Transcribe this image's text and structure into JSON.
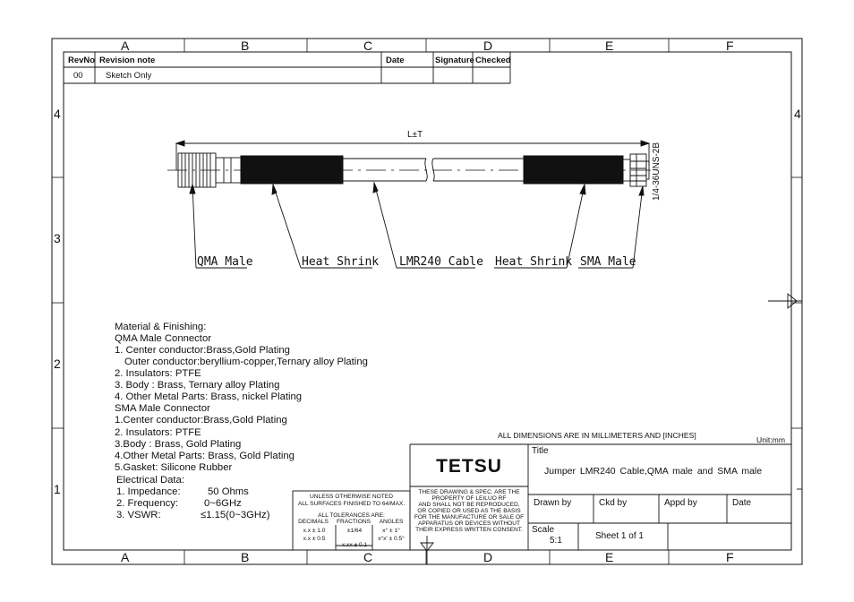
{
  "zones": {
    "columns": [
      "A",
      "B",
      "C",
      "D",
      "E",
      "F"
    ],
    "rows": [
      "4",
      "3",
      "2",
      "1"
    ]
  },
  "revision_table": {
    "headers": [
      "RevNo",
      "Revision note",
      "Date",
      "Signature",
      "Checked"
    ],
    "rows": [
      [
        "00",
        "Sketch Only",
        "",
        "",
        ""
      ]
    ]
  },
  "drawing": {
    "length_label": "L±T",
    "thread_label": "1/4-36UNS-2B",
    "callouts": [
      "QMA Male",
      "Heat Shrink",
      "LMR240 Cable",
      "Heat Shrink",
      "SMA Male"
    ]
  },
  "notes": {
    "title": "Material & Finishing:",
    "qma_heading": "QMA Male Connector",
    "qma_lines": [
      "1. Center conductor:Brass,Gold Plating",
      "   Outer conductor:beryllium-copper,Ternary alloy  Plating",
      "2. Insulators: PTFE",
      "3. Body :  Brass, Ternary alloy Plating",
      "4. Other Metal Parts: Brass, nickel Plating"
    ],
    "sma_heading": "SMA Male Connector",
    "sma_lines": [
      "1.Center conductor:Brass,Gold Plating",
      "2. Insulators: PTFE",
      "3.Body :  Brass, Gold Plating",
      "4.Other Metal Parts: Brass, Gold Plating",
      "5.Gasket: Silicone Rubber"
    ],
    "electrical_heading": "Electrical Data:",
    "electrical": [
      {
        "label": "1. Impedance:",
        "value": "50 Ohms"
      },
      {
        "label": "2. Frequency:",
        "value": "0~6GHz"
      },
      {
        "label": "3. VSWR:",
        "value": "≤1.15(0~3GHz)"
      }
    ]
  },
  "tolerance_block": {
    "line1": "UNLESS OTHERWISE NOTED",
    "line2": "ALL SURFACES FINISHED TO 64/MAX.",
    "line3": "ALL TOLERANCES ARE:",
    "headers": [
      "DECIMALS",
      "FRACTIONS",
      "ANGLES"
    ],
    "dec1": "x.x ± 1.0",
    "dec2": "x.x ± 0.5",
    "frac": "±1/64",
    "ang1": "x° ± 1°",
    "ang2": "x°x' ± 0.5°",
    "xxx": "x.xx ± 0.1"
  },
  "title_block": {
    "dims_note": "ALL DIMENSIONS ARE IN MILLIMETERS AND [INCHES]",
    "unit": "Unit:mm",
    "logo": "TETSU",
    "title_label": "Title",
    "title": "Jumper LMR240 Cable,QMA male and SMA male",
    "property_note": [
      "THESE DRAWING & SPEC. ARE THE",
      "PROPERTY OF LEILUO RF",
      "AND SHALL NOT BE REPRODUCED,",
      "OR COPIED OR USED AS THE BASIS",
      "FOR THE MANUFACTURE OR SALE OF",
      "APPARATUS OR DEVICES WITHOUT",
      "THEIR EXPRESS WRITTEN CONSENT."
    ],
    "drawn_by": "Drawn by",
    "ckd_by": "Ckd by",
    "appd_by": "Appd by",
    "date": "Date",
    "scale_label": "Scale",
    "scale": "5:1",
    "sheet": "Sheet 1 of 1"
  }
}
